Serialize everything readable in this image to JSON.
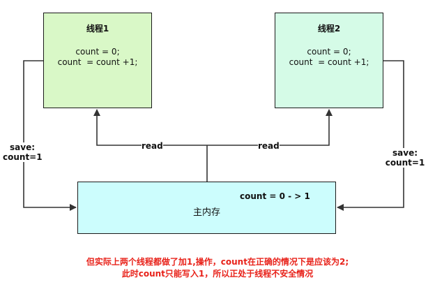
{
  "thread1": {
    "title": "线程1",
    "line1": "count = 0;",
    "line2": "count  = count +1;"
  },
  "thread2": {
    "title": "线程2",
    "line1": "count = 0;",
    "line2": "count  = count +1;"
  },
  "main_memory": {
    "title": "主内存",
    "value": "count = 0 - > 1"
  },
  "edges": {
    "read_left": "read",
    "read_right": "read",
    "save_left_1": "save:",
    "save_left_2": "count=1",
    "save_right_1": "save:",
    "save_right_2": "count=1"
  },
  "note": {
    "line1": "但实际上两个线程都做了加1,操作，count在正确的情况下是应该为2;",
    "line2": "此时count只能写入1，所以正处于线程不安全情况"
  },
  "colors": {
    "thread1_fill": "#d9f8c7",
    "thread2_fill": "#d5fbe7",
    "memory_fill": "#ccfdfd",
    "note_text": "#e8221a",
    "stroke": "#1a1a1a"
  }
}
